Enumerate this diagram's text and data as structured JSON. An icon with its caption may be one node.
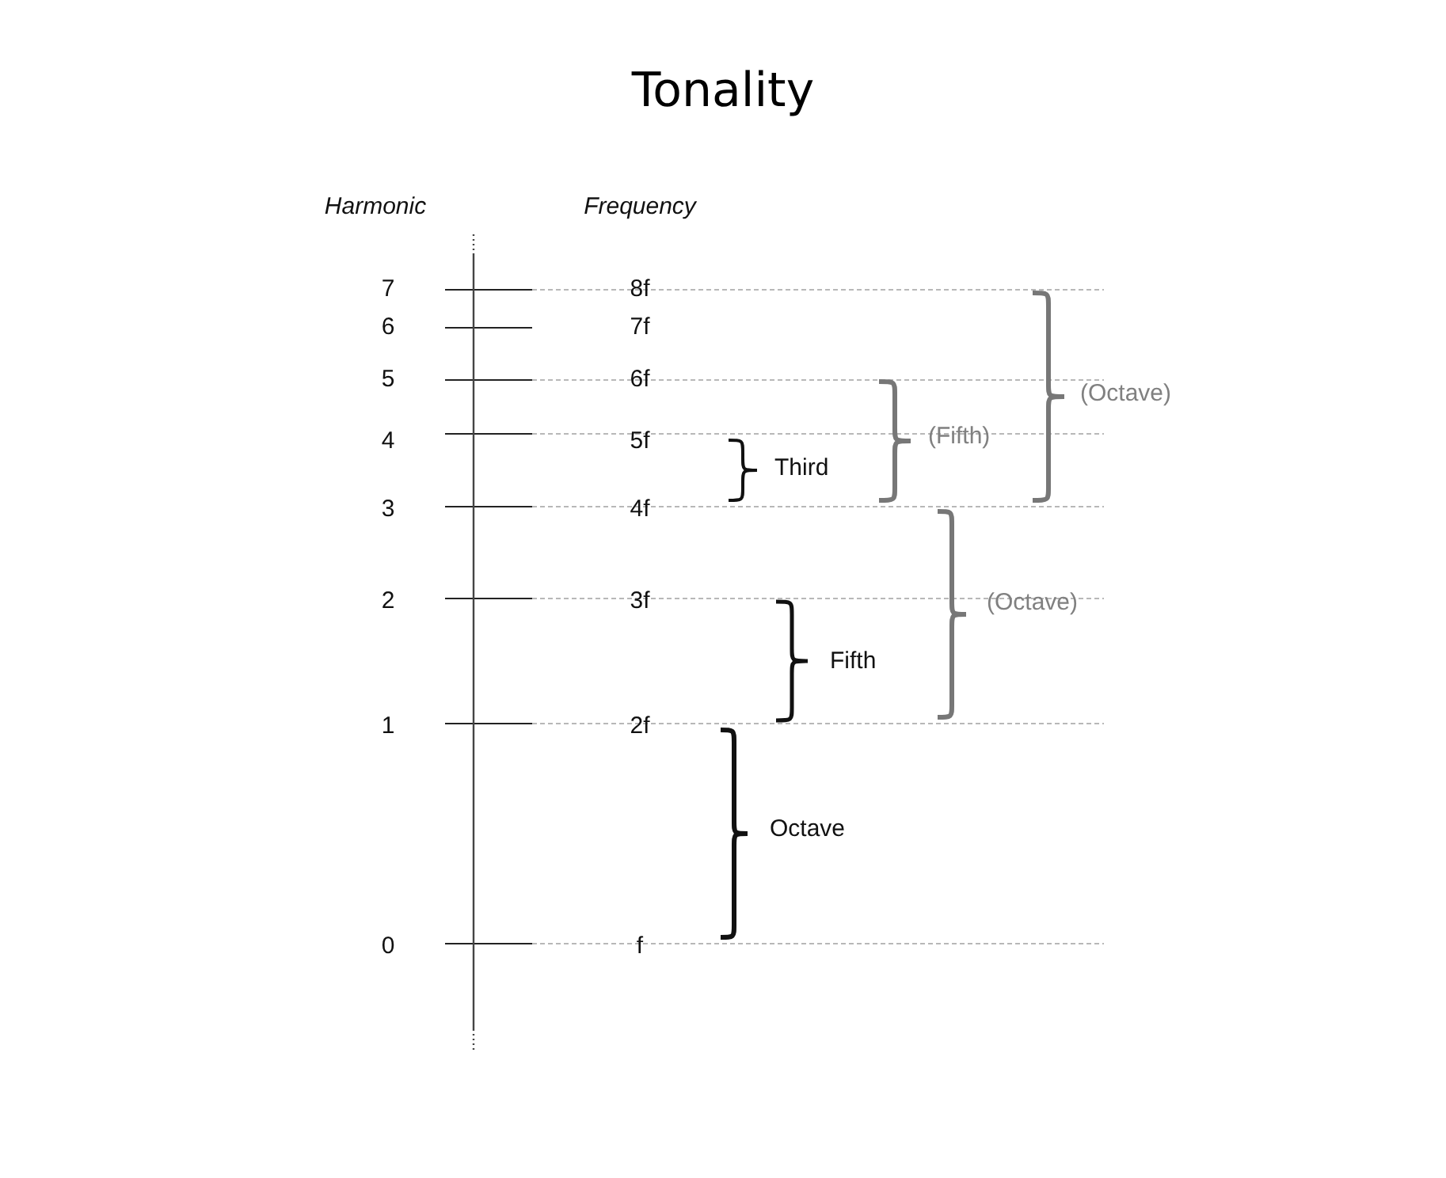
{
  "diagram": {
    "title": "Tonality",
    "labels": [
      "Harmonic",
      "Frequency",
      "7",
      "8f",
      "6",
      "7f",
      "5",
      "6f",
      "(Octave)",
      "4",
      "5f",
      "(Fifth)",
      "Third",
      "3",
      "4f",
      "2",
      "3f",
      "(Octave)",
      "Fifth",
      "1",
      "2f",
      "Octave",
      "0",
      "f"
    ]
  }
}
